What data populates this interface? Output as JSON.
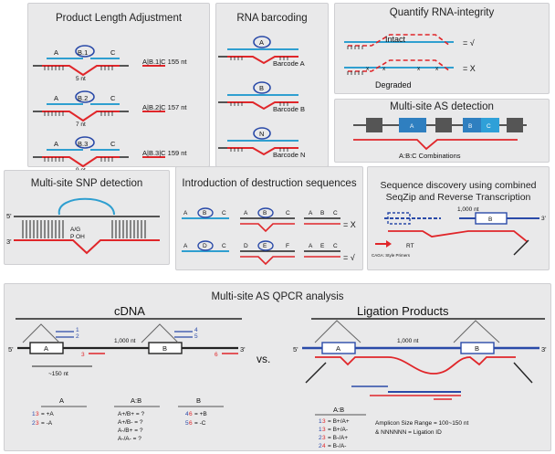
{
  "panels": {
    "product_length": {
      "title": "Product Length Adjustment",
      "rows": [
        {
          "left": "A",
          "mid": "B.1",
          "right": "C",
          "gap": "5 nt",
          "combo": "A|B.1|C 155 nt"
        },
        {
          "left": "A",
          "mid": "B.2",
          "right": "C",
          "gap": "7 nt",
          "combo": "A|B.2|C 157 nt"
        },
        {
          "left": "A",
          "mid": "B.3",
          "right": "C",
          "gap": "9 nt",
          "combo": "A|B.3|C 159 nt"
        }
      ]
    },
    "rna_barcoding": {
      "title": "RNA barcoding",
      "rows": [
        {
          "letter": "A",
          "label": "Barcode A"
        },
        {
          "letter": "B",
          "label": "Barcode B"
        },
        {
          "letter": "N",
          "label": "Barcode N"
        }
      ]
    },
    "quantify": {
      "title": "Quantify RNA-integrity",
      "intact": "Intact",
      "intact_result": "= √",
      "degraded": "Degraded",
      "degraded_result": "= X"
    },
    "multisite_as": {
      "title": "Multi-site AS detection",
      "exon_a": "A",
      "exon_b": "B",
      "exon_c": "C",
      "caption": "A:B:C Combinations"
    },
    "snp": {
      "title": "Multi-site SNP detection",
      "five": "5'",
      "three": "3'",
      "snp_label": "A/G",
      "snp_label2": "P OH"
    },
    "destruction": {
      "title": "Introduction of destruction sequences",
      "top": {
        "a": "A",
        "b": "B",
        "c": "C",
        "a2": "A",
        "b2": "B",
        "c2": "C",
        "a3": "A",
        "b3": "B",
        "c3": "C",
        "result": "= X"
      },
      "bottom": {
        "a": "A",
        "d": "D",
        "c": "C",
        "a2": "D",
        "e": "E",
        "f": "F",
        "a3": "A",
        "e3": "E",
        "c3": "C",
        "result": "= √"
      }
    },
    "seq_discovery": {
      "title_line1": "Sequence discovery using combined",
      "title_line2": "SeqZip and Reverse Transcription",
      "distance": "1,000 nt",
      "exon": "B",
      "three": "3'",
      "primer_label": "CAGA: Style Primers",
      "rt_label": "RT"
    },
    "qpcr": {
      "title": "Multi-site AS QPCR analysis",
      "cdna": {
        "heading": "cDNA",
        "five": "5'",
        "three": "3'",
        "exon_a": "A",
        "exon_b": "B",
        "distance": "1,000 nt",
        "primers_a": [
          "1",
          "2",
          "3"
        ],
        "primers_b": [
          "4",
          "5",
          "6"
        ],
        "size": "~150 nt",
        "col_a": {
          "header": "A",
          "lines": [
            [
              "1",
              "3",
              "= +A"
            ],
            [
              "2",
              "3",
              "= -A"
            ]
          ]
        },
        "col_ab": {
          "header": "A:B",
          "lines": [
            "A+/B+ = ?",
            "A+/B- = ?",
            "A-/B+ = ?",
            "A-/A- = ?"
          ]
        },
        "col_b": {
          "header": "B",
          "lines": [
            [
              "4",
              "6",
              "= +B"
            ],
            [
              "5",
              "6",
              "= -C"
            ]
          ]
        }
      },
      "vs": "vs.",
      "ligation": {
        "heading": "Ligation Products",
        "five": "5'",
        "three": "3'",
        "exon_a": "A",
        "exon_b": "B",
        "distance": "1,000 nt",
        "col_header": "A:B",
        "lines": [
          [
            "1",
            "3",
            "= B+/A+"
          ],
          [
            "1",
            "3",
            "= B+/A-"
          ],
          [
            "2",
            "3",
            "= B-/A+"
          ],
          [
            "2",
            "4",
            "= B-/A-"
          ]
        ],
        "note1": "Amplicon Size Range = 100~150 nt",
        "note2": "& NNNNNN = Ligation ID"
      }
    }
  },
  "colors": {
    "blue": "#2a4aa8",
    "cyan": "#2f9fd0",
    "red": "#e0262a",
    "dark": "#222222",
    "panel": "#e9e9ea"
  }
}
